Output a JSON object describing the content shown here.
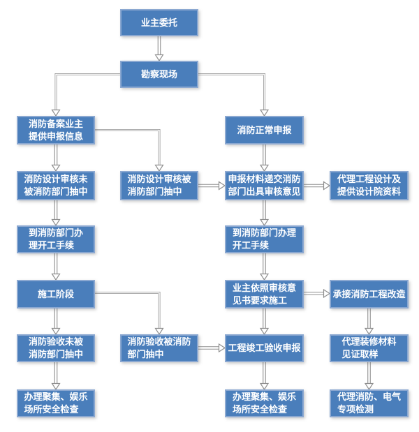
{
  "colors": {
    "node_fill": "#4a7ebb",
    "node_border": "#8ba8d1",
    "node_text": "#ffffff",
    "connector": "#8f8f8f"
  },
  "nodes": {
    "owner_entrust": "业主委托",
    "site_survey": "勘察现场",
    "filing_info": "消防备案业主\n提供申报信息",
    "normal_declare": "消防正常申报",
    "design_not_selected": "消防设计审核未\n被消防部门抽中",
    "design_selected": "消防设计审核被\n消防部门抽中",
    "submit_materials": "申报材料递交消防\n部门出具审核意见",
    "agent_design": "代理工程设计及\n提供设计院资料",
    "start_formalities_left": "到消防部门办\n理开工手续",
    "start_formalities_right": "到消防部门办理\n开工手续",
    "construction_stage": "施工阶段",
    "construct_per_review": "业主依照审核意\n见书要求施工",
    "undertake_renovation": "承接消防工程改造",
    "acceptance_not_selected": "消防验收未被\n消防部门抽中",
    "acceptance_selected": "消防验收被消防\n部门抽中",
    "completion_declare": "工程竣工验收申报",
    "material_sampling": "代理装修材料\n见证取样",
    "safety_check_left": "办理聚集、娱乐\n场所安全检查",
    "safety_check_right": "办理聚集、娱乐\n场所安全检查",
    "special_testing": "代理消防、电气\n专项检测"
  },
  "edges": [
    {
      "from": "owner_entrust",
      "to": "site_survey"
    },
    {
      "from": "site_survey",
      "to": "filing_info"
    },
    {
      "from": "site_survey",
      "to": "normal_declare"
    },
    {
      "from": "filing_info",
      "to": "design_not_selected"
    },
    {
      "from": "filing_info",
      "to": "design_selected"
    },
    {
      "from": "design_not_selected",
      "to": "start_formalities_left"
    },
    {
      "from": "design_selected",
      "to": "submit_materials"
    },
    {
      "from": "normal_declare",
      "to": "submit_materials"
    },
    {
      "from": "submit_materials",
      "to": "agent_design"
    },
    {
      "from": "submit_materials",
      "to": "start_formalities_right"
    },
    {
      "from": "start_formalities_left",
      "to": "construction_stage"
    },
    {
      "from": "start_formalities_right",
      "to": "construct_per_review"
    },
    {
      "from": "construction_stage",
      "to": "acceptance_not_selected"
    },
    {
      "from": "construction_stage",
      "to": "acceptance_selected"
    },
    {
      "from": "construct_per_review",
      "to": "undertake_renovation"
    },
    {
      "from": "construct_per_review",
      "to": "completion_declare"
    },
    {
      "from": "acceptance_not_selected",
      "to": "safety_check_left"
    },
    {
      "from": "acceptance_selected",
      "to": "completion_declare"
    },
    {
      "from": "completion_declare",
      "to": "safety_check_right"
    },
    {
      "from": "undertake_renovation",
      "to": "material_sampling"
    },
    {
      "from": "material_sampling",
      "to": "special_testing"
    }
  ]
}
